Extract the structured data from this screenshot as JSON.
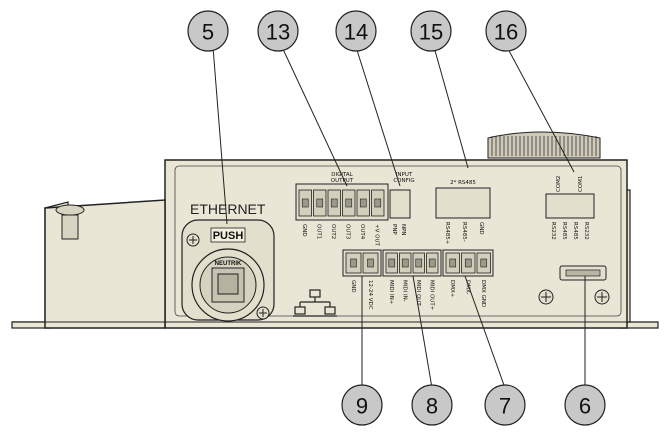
{
  "callouts": [
    {
      "id": "c5",
      "text": "5"
    },
    {
      "id": "c13",
      "text": "13"
    },
    {
      "id": "c14",
      "text": "14"
    },
    {
      "id": "c15",
      "text": "15"
    },
    {
      "id": "c16",
      "text": "16"
    },
    {
      "id": "c9",
      "text": "9"
    },
    {
      "id": "c8",
      "text": "8"
    },
    {
      "id": "c7",
      "text": "7"
    },
    {
      "id": "c6",
      "text": "6"
    }
  ],
  "labels": {
    "ethernet": "ETHERNET",
    "push": "PUSH",
    "neutrik": "NEUTRIK",
    "digital_output_1": "DIGITAL",
    "digital_output_2": "OUTPUT",
    "input_config_1": "INPUT",
    "input_config_2": "CONFIG",
    "rs485_header": "2* RS485",
    "com2": "COM2",
    "com1": "COM1"
  },
  "pins": {
    "digital": [
      "GND",
      "OUT1",
      "OUT2",
      "OUT3",
      "OUT4",
      "+V OUT",
      "PNP",
      "NPN"
    ],
    "rs485": [
      "RS485+",
      "RS485-",
      "GND"
    ],
    "com": [
      "RS232",
      "RS485",
      "RS485",
      "RS232"
    ],
    "power": [
      "GND",
      "12-24 VDC"
    ],
    "midi": [
      "MIDI IN+",
      "MIDI IN-",
      "MIDI OUT-",
      "MIDI OUT+"
    ],
    "dmx": [
      "DMX+",
      "DMX-",
      "DMX GND"
    ]
  },
  "colors": {
    "panel": "#e9e6d5",
    "stroke": "#222222",
    "callout_fill": "#c8c8c8"
  }
}
